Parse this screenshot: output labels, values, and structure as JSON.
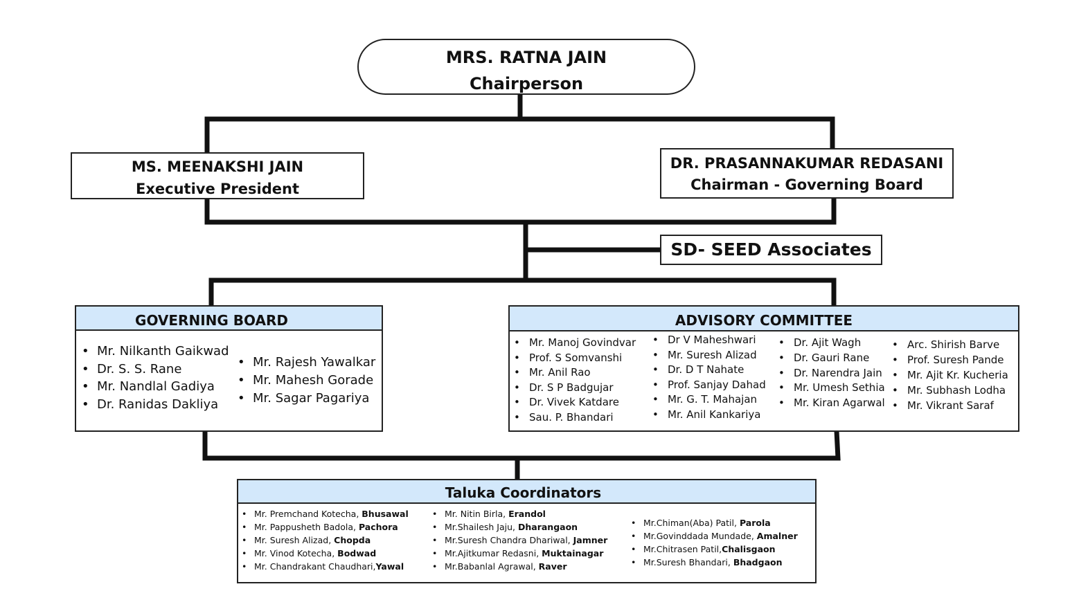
{
  "chairperson": {
    "name": "MRS. RATNA JAIN",
    "role": "Chairperson"
  },
  "executive_president": {
    "name": "MS. MEENAKSHI JAIN",
    "role": "Executive President"
  },
  "governing_chairman": {
    "name": "DR. PRASANNAKUMAR REDASANI",
    "role": "Chairman - Governing Board"
  },
  "associates": {
    "label": "SD- SEED Associates"
  },
  "governing_board": {
    "title": "GOVERNING BOARD",
    "col1": [
      "Mr. Nilkanth Gaikwad",
      "Dr. S. S. Rane",
      "Mr. Nandlal Gadiya",
      "Dr. Ranidas Dakliya"
    ],
    "col2": [
      "Mr. Rajesh Yawalkar",
      "Mr. Mahesh Gorade",
      "Mr. Sagar Pagariya"
    ]
  },
  "advisory_committee": {
    "title": "ADVISORY COMMITTEE",
    "col1": [
      "Mr. Manoj Govindvar",
      "Prof. S Somvanshi",
      "Mr. Anil Rao",
      "Dr. S P Badgujar",
      "Dr. Vivek Katdare",
      "Sau. P. Bhandari"
    ],
    "col2": [
      "Dr V Maheshwari",
      "Mr. Suresh Alizad",
      "Dr. D T Nahate",
      "Prof. Sanjay Dahad",
      "Mr. G. T. Mahajan",
      "Mr. Anil Kankariya"
    ],
    "col3": [
      "Dr. Ajit Wagh",
      "Dr. Gauri Rane",
      "Dr. Narendra Jain",
      "Mr. Umesh Sethia",
      "Mr. Kiran Agarwal"
    ],
    "col4": [
      "Arc. Shirish Barve",
      "Prof. Suresh Pande",
      "Mr. Ajit Kr. Kucheria",
      "Mr. Subhash Lodha",
      "Mr. Vikrant Saraf"
    ]
  },
  "taluka_coordinators": {
    "title": "Taluka Coordinators",
    "col1": [
      {
        "name": "Mr. Premchand Kotecha, ",
        "place": "Bhusawal"
      },
      {
        "name": "Mr. Pappusheth Badola, ",
        "place": "Pachora"
      },
      {
        "name": "Mr. Suresh Alizad, ",
        "place": "Chopda"
      },
      {
        "name": "Mr. Vinod Kotecha, ",
        "place": "Bodwad"
      },
      {
        "name": "Mr. Chandrakant Chaudhari,",
        "place": "Yawal"
      }
    ],
    "col2": [
      {
        "name": "Mr. Nitin Birla, ",
        "place": "Erandol"
      },
      {
        "name": "Mr.Shailesh Jaju, ",
        "place": "Dharangaon"
      },
      {
        "name": "Mr.Suresh Chandra Dhariwal, ",
        "place": "Jamner"
      },
      {
        "name": "Mr.Ajitkumar Redasni, ",
        "place": "Muktainagar"
      },
      {
        "name": "Mr.Babanlal Agrawal, ",
        "place": "Raver"
      }
    ],
    "col3": [
      {
        "name": "Mr.Chiman(Aba) Patil, ",
        "place": "Parola"
      },
      {
        "name": "Mr.Govinddada Mundade, ",
        "place": "Amalner"
      },
      {
        "name": "Mr.Chitrasen Patil,",
        "place": "Chalisgaon"
      },
      {
        "name": "Mr.Suresh Bhandari, ",
        "place": "Bhadgaon"
      }
    ]
  }
}
